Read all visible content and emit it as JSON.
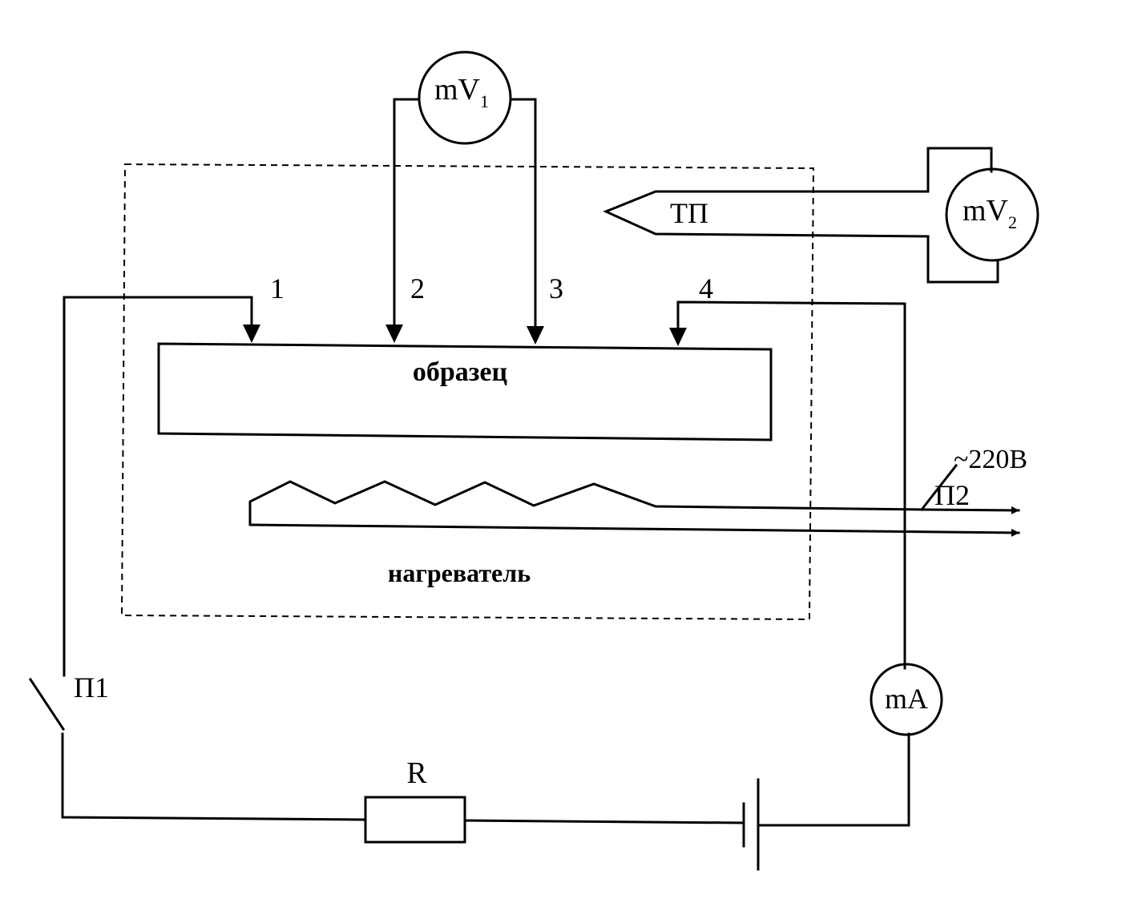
{
  "meters": {
    "mv1": {
      "main": "mV",
      "sub": "1"
    },
    "mv2": {
      "main": "mV",
      "sub": "2"
    },
    "ma": {
      "main": "mA"
    }
  },
  "labels": {
    "thermocouple": "ТП",
    "sample": "образец",
    "heater": "нагреватель",
    "switch1": "П1",
    "switch2": "П2",
    "mains": "~220В",
    "resistor": "R"
  },
  "contacts": [
    "1",
    "2",
    "3",
    "4"
  ]
}
